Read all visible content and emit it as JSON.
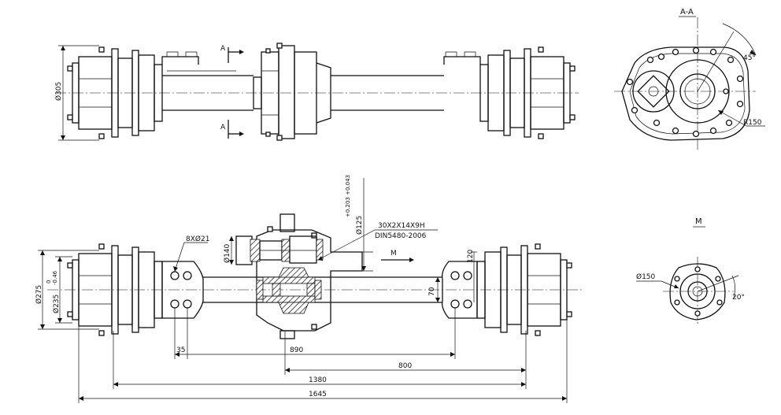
{
  "labels": {
    "section_title": "A-A",
    "section_mark_a": "A",
    "view_m_title": "M",
    "view_m_arrow": "M",
    "dia_305": "Ø305",
    "angle_45": "45°",
    "r150": "R150",
    "dia_275": "Ø275",
    "dia_235": "Ø235",
    "tol_235_upper": "0",
    "tol_235_lower": "-0.46",
    "bolts_8xd21": "8XØ21",
    "dia_140": "Ø140",
    "dia_125": "Ø125",
    "tol_125": "+0.203 +0.043",
    "spline_spec": "30X2X14X9H",
    "spline_std": "DIN5480-2006",
    "dim_120": "120",
    "dim_70": "70",
    "dim_35": "35",
    "dim_890": "890",
    "dim_800": "800",
    "dim_1380": "1380",
    "dim_1645": "1645",
    "dia_150": "Ø150",
    "angle_20": "20°"
  }
}
